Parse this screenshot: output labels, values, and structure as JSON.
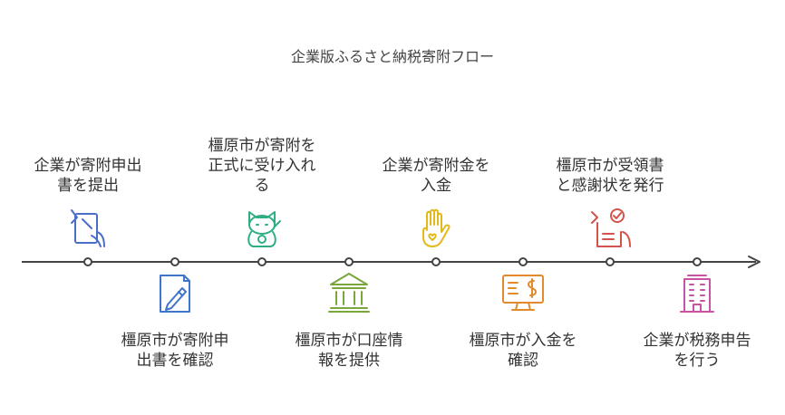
{
  "title": "企業版ふるさと納税寄附フロー",
  "steps": [
    {
      "label": "企業が寄附申出\n書を提出",
      "position": "top",
      "icon": "document-pen-icon",
      "color": "#4a6ec7"
    },
    {
      "label": "橿原市が寄附申\n出書を確認",
      "position": "bottom",
      "icon": "writing-hand-icon",
      "color": "#3f74c9"
    },
    {
      "label": "橿原市が寄附を\n正式に受け入れ\nる",
      "position": "top",
      "icon": "lucky-cat-icon",
      "color": "#2fae86"
    },
    {
      "label": "橿原市が口座情\n報を提供",
      "position": "bottom",
      "icon": "bank-icon",
      "color": "#7aa63b"
    },
    {
      "label": "企業が寄附金を\n入金",
      "position": "top",
      "icon": "hand-heart-icon",
      "color": "#e2b917"
    },
    {
      "label": "橿原市が入金を\n確認",
      "position": "bottom",
      "icon": "monitor-dollar-icon",
      "color": "#e38a2c"
    },
    {
      "label": "橿原市が受領書\nと感謝状を発行",
      "position": "top",
      "icon": "certificate-check-icon",
      "color": "#d5534d"
    },
    {
      "label": "企業が税務申告\nを行う",
      "position": "bottom",
      "icon": "office-building-icon",
      "color": "#c753a5"
    }
  ]
}
